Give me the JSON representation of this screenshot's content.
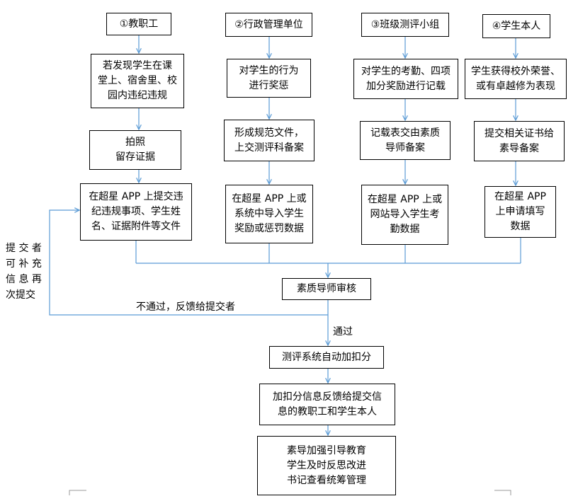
{
  "columns": [
    {
      "header": "①教职工",
      "step1": "若发现学生在课\n堂上、宿舍里、校\n园内违纪违规",
      "step2": "拍照\n留存证据",
      "step3": "在超星 APP 上提交违\n纪违规事项、学生姓\n名、证据附件等文件"
    },
    {
      "header": "②行政管理单位",
      "step1": "对学生的行为\n进行奖惩",
      "step2": "形成规范文件，\n上交测评科备案",
      "step3": "在超星 APP 上或\n系统中导入学生\n奖励或惩罚数据"
    },
    {
      "header": "③班级测评小组",
      "step1": "对学生的考勤、四项\n加分奖励进行记载",
      "step2": "记载表交由素质\n导师备案",
      "step3": "在超星 APP 上或\n网站导入学生考\n勤数据"
    },
    {
      "header": "④学生本人",
      "step1": "学生获得校外荣誉、\n或有卓越修为表现",
      "step2": "提交相关证书给\n素导备案",
      "step3": "在超星 APP\n上申请填写\n数据"
    }
  ],
  "review": "素质导师审核",
  "reject_label": "不通过，反馈给提交者",
  "resubmit_label": "提 交 者\n可 补 充\n信 息 再\n次提交",
  "pass_label": "通过",
  "auto_score": "测评系统自动加扣分",
  "feedback": "加扣分信息反馈给提交信\n息的教职工和学生本人",
  "final": "素导加强引导教育\n学生及时反思改进\n书记查看统筹管理",
  "colors": {
    "line": "#5b9bd5",
    "border": "#000000"
  }
}
